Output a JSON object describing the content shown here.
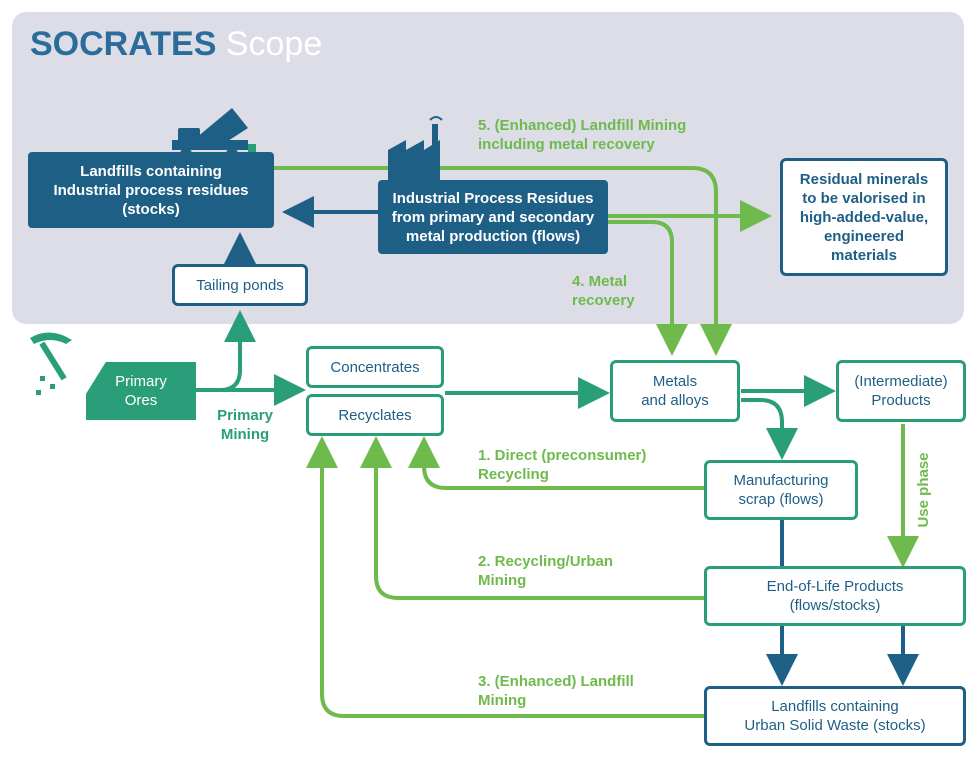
{
  "title": {
    "main": "SOCRATES",
    "sub": "Scope"
  },
  "nodes": {
    "landfills_industrial": "Landfills containing\nIndustrial process residues\n(stocks)",
    "industrial_residues": "Industrial Process Residues\nfrom primary and secondary\nmetal production (flows)",
    "residual_minerals": "Residual minerals\nto be valorised in\nhigh-added-value,\nengineered\nmaterials",
    "tailing_ponds": "Tailing ponds",
    "primary_ores": "Primary\nOres",
    "concentrates": "Concentrates",
    "recyclates": "Recyclates",
    "metals_alloys": "Metals\nand alloys",
    "intermediate_products": "(Intermediate)\nProducts",
    "manufacturing_scrap": "Manufacturing\nscrap (flows)",
    "end_of_life": "End-of-Life Products\n(flows/stocks)",
    "landfills_urban": "Landfills containing\nUrban Solid Waste (stocks)"
  },
  "labels": {
    "landfill_mining_enhanced": "5. (Enhanced) Landfill Mining\nincluding metal recovery",
    "metal_recovery": "4. Metal\nrecovery",
    "primary_mining": "Primary\nMining",
    "direct_recycling": "1. Direct (preconsumer)\nRecycling",
    "urban_mining": "2. Recycling/Urban\nMining",
    "landfill_mining": "3. (Enhanced) Landfill\nMining",
    "use_phase": "Use phase"
  },
  "colors": {
    "navy": "#1e5f86",
    "teal": "#2a9e78",
    "green": "#6fba4c",
    "panel": "#dcdde7",
    "title_blue": "#2a6d9b"
  },
  "icons": [
    "dump-truck-icon",
    "factory-icon",
    "pickaxe-icon"
  ]
}
